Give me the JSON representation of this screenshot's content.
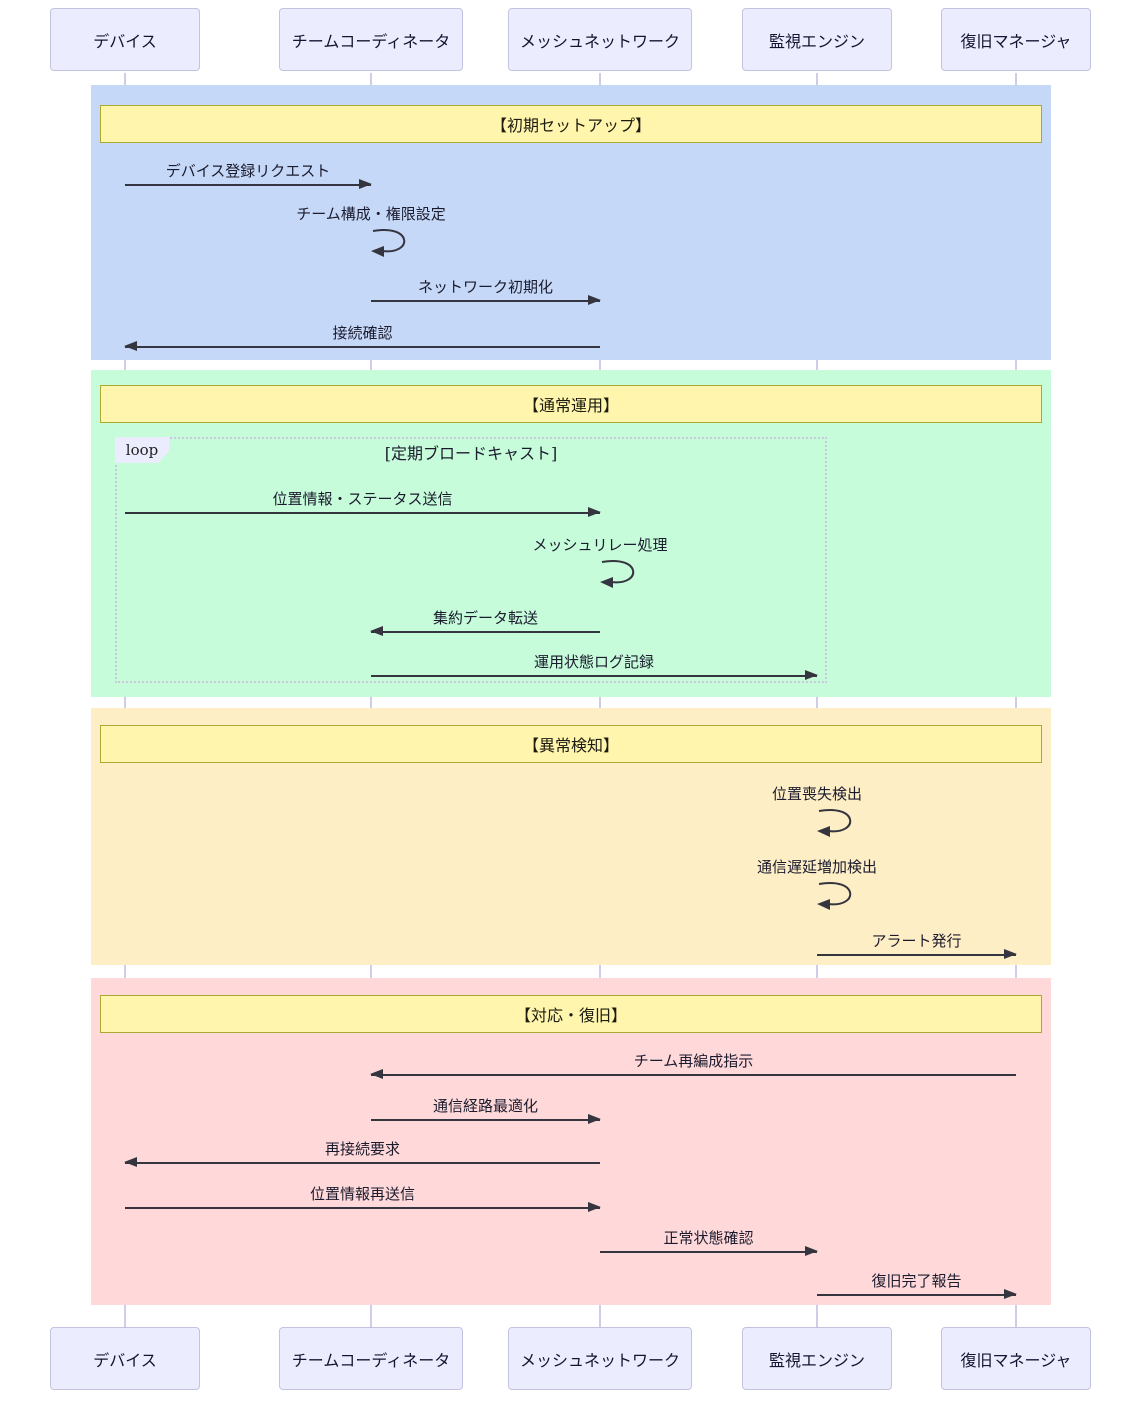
{
  "diagram": {
    "type": "sequence",
    "participants": [
      {
        "name": "デバイス"
      },
      {
        "name": "チームコーディネータ"
      },
      {
        "name": "メッシュネットワーク"
      },
      {
        "name": "監視エンジン"
      },
      {
        "name": "復旧マネージャ"
      }
    ],
    "sections": [
      {
        "title": "【初期セットアップ】",
        "color": "#c5d8f7",
        "messages": [
          {
            "from": "デバイス",
            "to": "チームコーディネータ",
            "label": "デバイス登録リクエスト",
            "type": "arrow"
          },
          {
            "from": "チームコーディネータ",
            "to": "チームコーディネータ",
            "label": "チーム構成・権限設定",
            "type": "self"
          },
          {
            "from": "チームコーディネータ",
            "to": "メッシュネットワーク",
            "label": "ネットワーク初期化",
            "type": "arrow"
          },
          {
            "from": "メッシュネットワーク",
            "to": "デバイス",
            "label": "接続確認",
            "type": "arrow"
          }
        ]
      },
      {
        "title": "【通常運用】",
        "color": "#c6fcda",
        "loop": {
          "label": "loop",
          "condition": "[定期ブロードキャスト]"
        },
        "messages": [
          {
            "from": "デバイス",
            "to": "メッシュネットワーク",
            "label": "位置情報・ステータス送信",
            "type": "arrow"
          },
          {
            "from": "メッシュネットワーク",
            "to": "メッシュネットワーク",
            "label": "メッシュリレー処理",
            "type": "self"
          },
          {
            "from": "メッシュネットワーク",
            "to": "チームコーディネータ",
            "label": "集約データ転送",
            "type": "arrow"
          },
          {
            "from": "チームコーディネータ",
            "to": "監視エンジン",
            "label": "運用状態ログ記録",
            "type": "arrow"
          }
        ]
      },
      {
        "title": "【異常検知】",
        "color": "#feeec6",
        "messages": [
          {
            "from": "監視エンジン",
            "to": "監視エンジン",
            "label": "位置喪失検出",
            "type": "self"
          },
          {
            "from": "監視エンジン",
            "to": "監視エンジン",
            "label": "通信遅延増加検出",
            "type": "self"
          },
          {
            "from": "監視エンジン",
            "to": "復旧マネージャ",
            "label": "アラート発行",
            "type": "arrow"
          }
        ]
      },
      {
        "title": "【対応・復旧】",
        "color": "#ffd9d9",
        "messages": [
          {
            "from": "復旧マネージャ",
            "to": "チームコーディネータ",
            "label": "チーム再編成指示",
            "type": "arrow"
          },
          {
            "from": "チームコーディネータ",
            "to": "メッシュネットワーク",
            "label": "通信経路最適化",
            "type": "arrow"
          },
          {
            "from": "メッシュネットワーク",
            "to": "デバイス",
            "label": "再接続要求",
            "type": "arrow"
          },
          {
            "from": "デバイス",
            "to": "メッシュネットワーク",
            "label": "位置情報再送信",
            "type": "arrow"
          },
          {
            "from": "メッシュネットワーク",
            "to": "監視エンジン",
            "label": "正常状態確認",
            "type": "arrow"
          },
          {
            "from": "監視エンジン",
            "to": "復旧マネージャ",
            "label": "復旧完了報告",
            "type": "arrow"
          }
        ]
      }
    ],
    "colors": {
      "actor_fill": "#ececff",
      "actor_border": "#c3c3e0",
      "note_fill": "#fff5ad",
      "note_border": "#aaaa33",
      "arrow": "#35353f",
      "lifeline": "#a5a5d7"
    }
  }
}
